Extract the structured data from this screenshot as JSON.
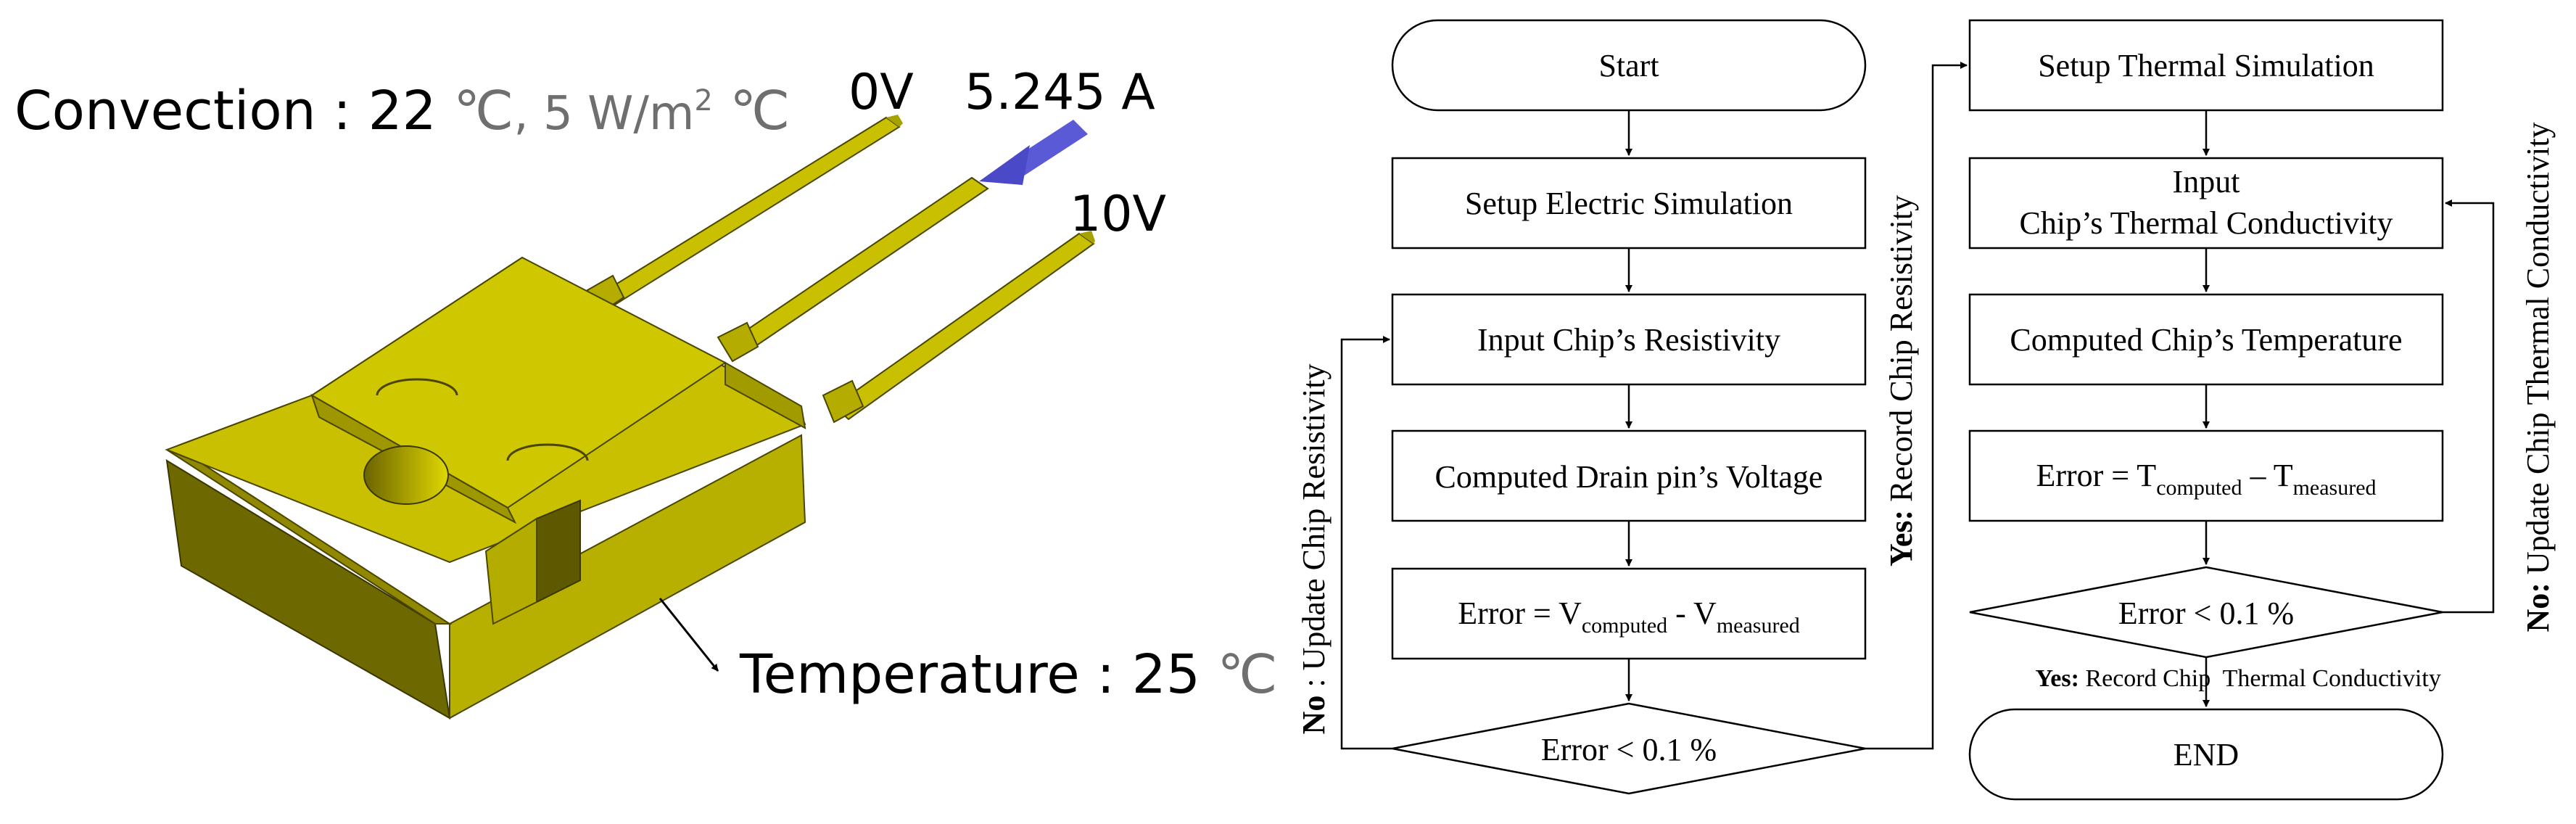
{
  "left_panel": {
    "convection": {
      "label": "Convection",
      "sep": " : ",
      "temp": "22 ",
      "temp_unit": "℃",
      "coef": ", 5 W/m",
      "coef_sup": "2",
      "coef_unit": " ℃"
    },
    "pin_voltage_left": "0V",
    "pin_current": "5.245 A",
    "pin_voltage_right": "10V",
    "temperature": {
      "label": "Temperature",
      "sep": " : ",
      "value": "25 ",
      "unit": "℃"
    }
  },
  "flowchart_electric": {
    "start": "Start",
    "setup": "Setup Electric Simulation",
    "input": "Input Chip’s Resistivity",
    "computed": "Computed Drain pin’s Voltage",
    "error": {
      "prefix": "Error = V",
      "sub1": "computed",
      "mid": " - V",
      "sub2": "measured"
    },
    "decision": "Error < 0.1 %",
    "no_label": {
      "bold": "No",
      "text": " : Update Chip Resistivity"
    },
    "yes_label": {
      "bold": "Yes:",
      "text": " Record Chip Resistivity"
    }
  },
  "flowchart_thermal": {
    "setup": "Setup Thermal Simulation",
    "input_line1": "Input",
    "input_line2": "Chip’s Thermal Conductivity",
    "computed": "Computed Chip’s Temperature",
    "error": {
      "prefix": "Error = T",
      "sub1": "computed",
      "mid": " – T",
      "sub2": "measured"
    },
    "decision": "Error < 0.1 %",
    "yes_label": {
      "bold": "Yes:",
      "text": " Record Chip  Thermal Conductivity"
    },
    "end": "END",
    "no_label": {
      "bold": "No:",
      "text": " Update Chip Thermal Conductivity"
    }
  },
  "colors": {
    "component": "#c8c000",
    "component_dark": "#7a7400",
    "arrow": "#5a5ad6"
  }
}
